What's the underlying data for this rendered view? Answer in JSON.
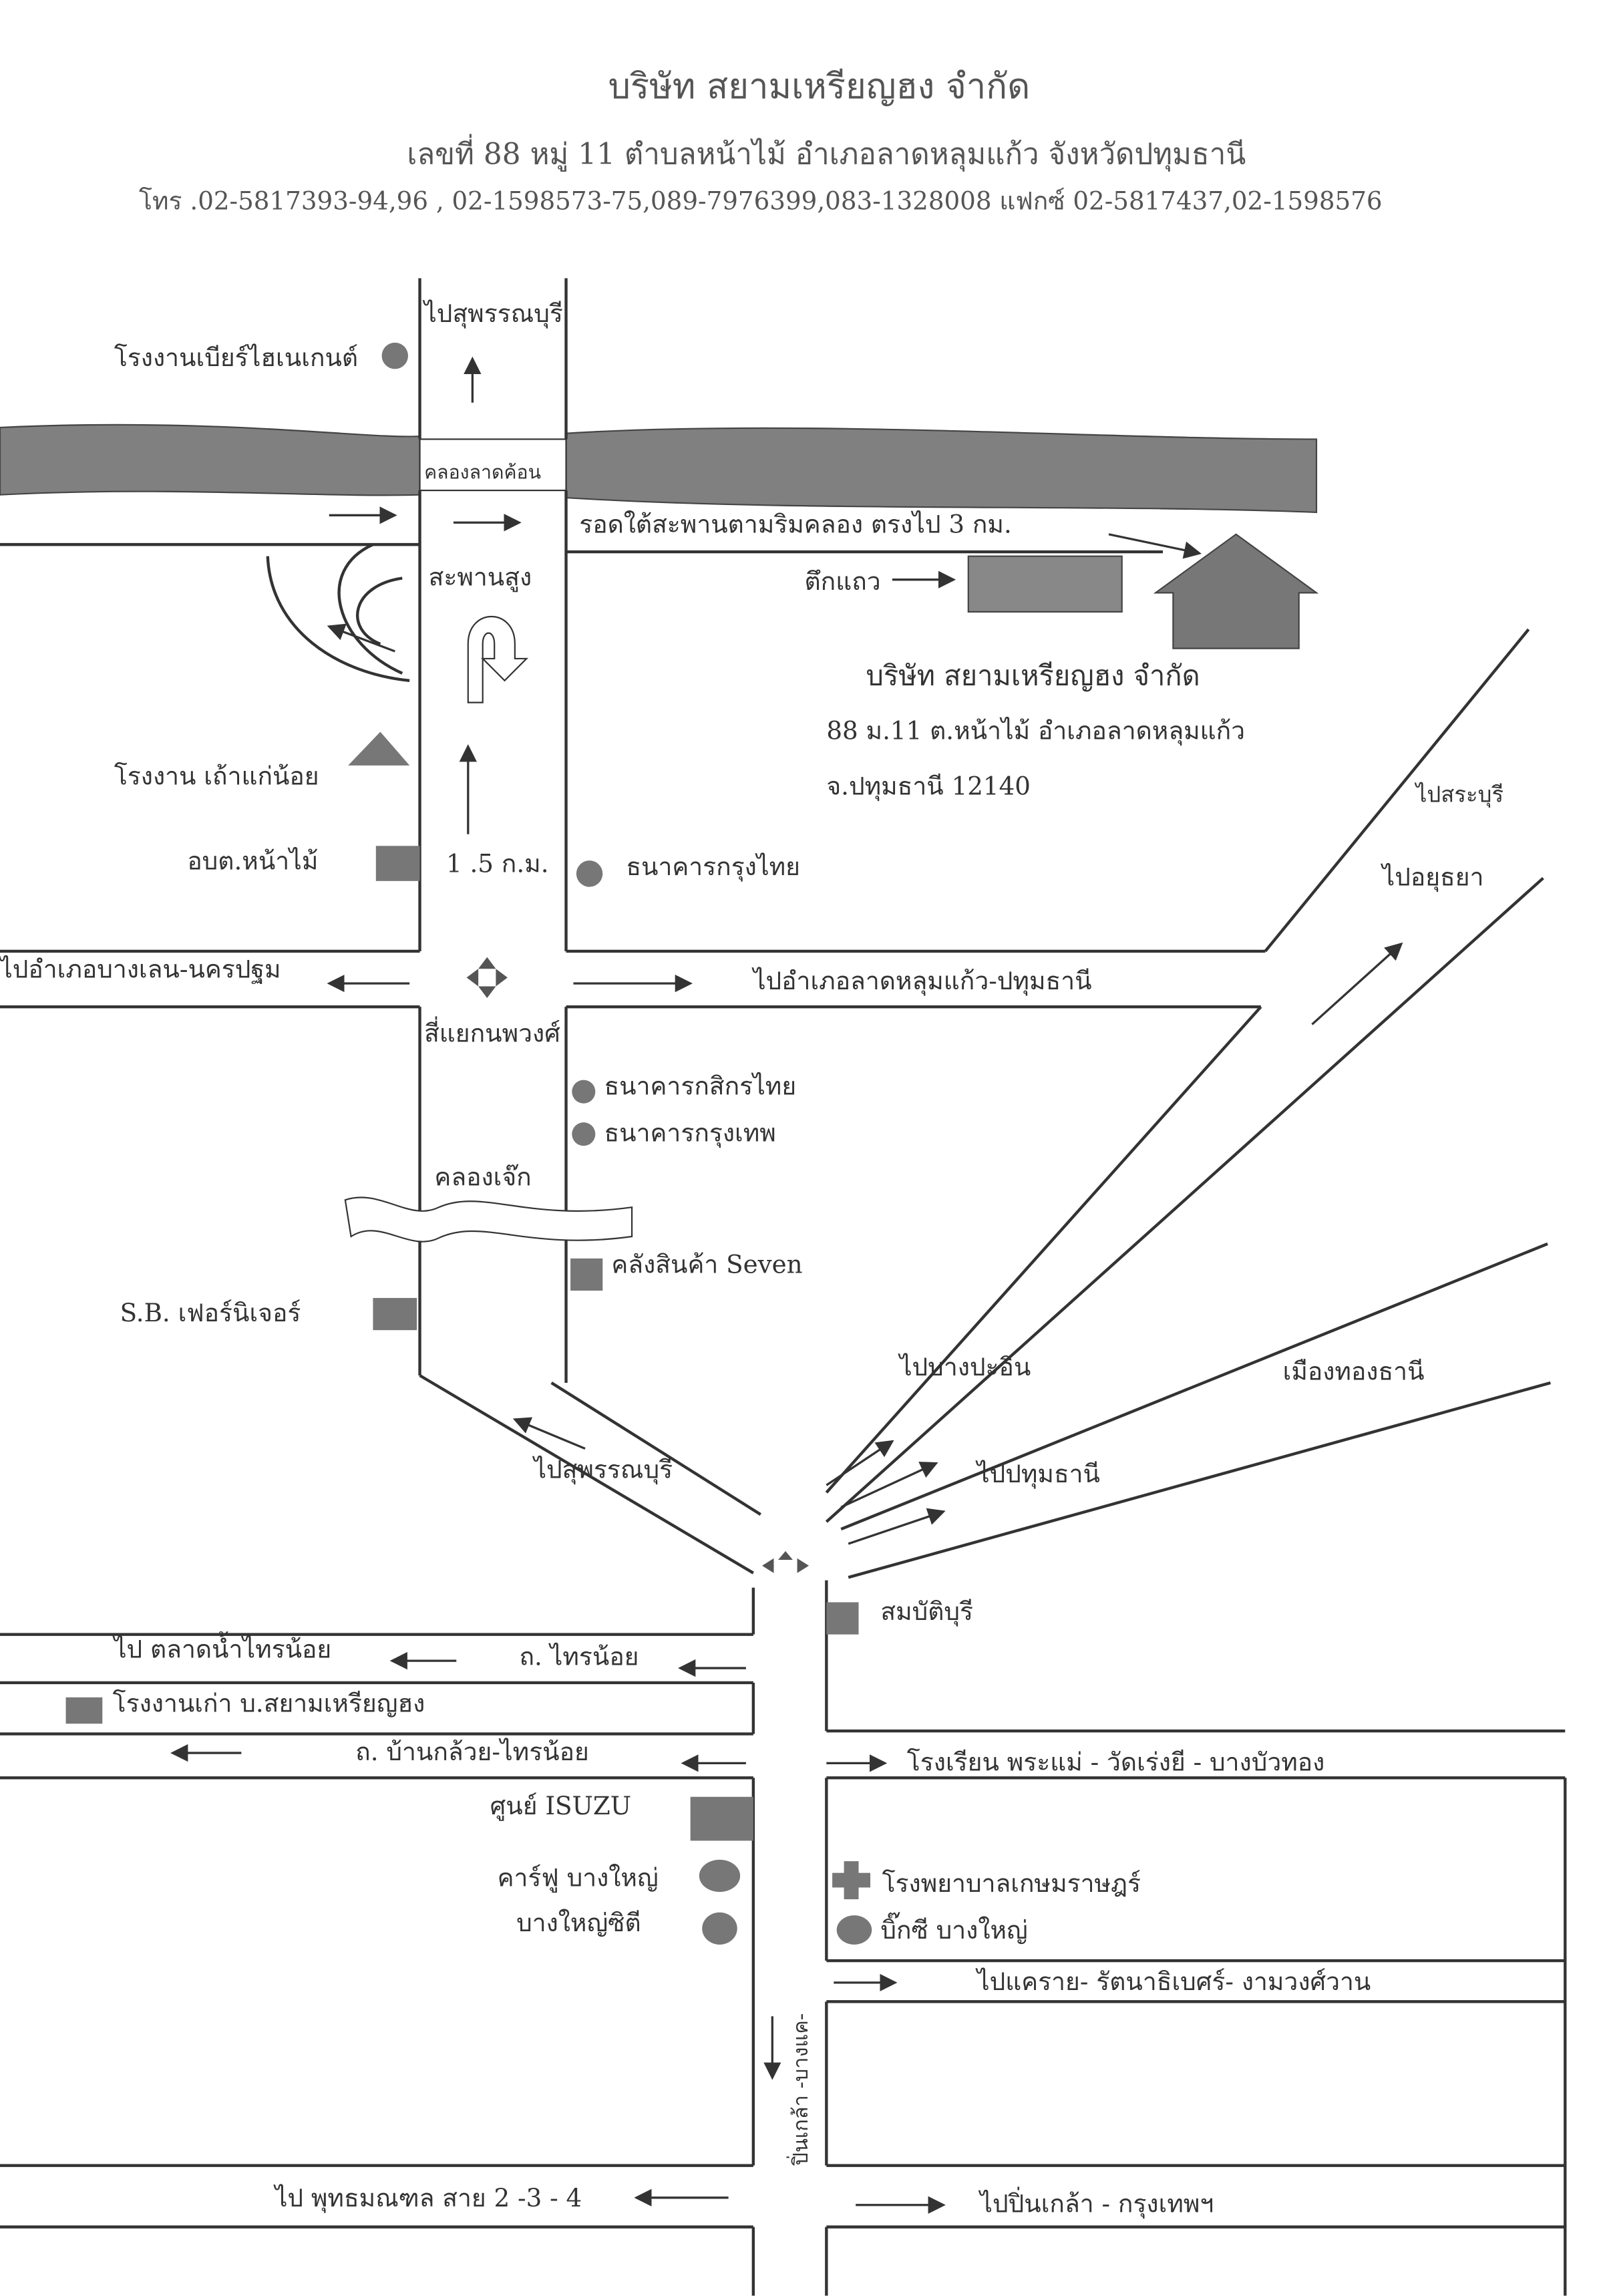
{
  "header": {
    "company": "บริษัท สยามเหรียญฮง จำกัด",
    "address": "เลขที่ 88 หมู่ 11  ตำบลหน้าไม้  อำเภอลาดหลุมแก้ว จังหวัดปทุมธานี",
    "contact": "โทร .02-5817393-94,96 , 02-1598573-75,089-7976399,083-1328008  แฟกซ์ 02-5817437,02-1598576"
  },
  "destination": {
    "name": "บริษัท สยามเหรียญฮง จำกัด",
    "address_line1": "88 ม.11 ต.หน้าไม้ อำเภอลาดหลุมแก้ว",
    "address_line2": "จ.ปทุมธานี 12140"
  },
  "labels": {
    "to_suphan_top": "ไปสุพรรณบุรี",
    "beer_thai": "โรงงานเบียร์ไฮเนเกนต์",
    "canal_lat_khon": "คลองลาดค้อน",
    "under_bridge": "รอดใต้สะพานตามริมคลอง ตรงไป 3 กม.",
    "high_bridge": "สะพานสูง",
    "row_house": "ตึกแถว",
    "old_factory": "โรงงาน เถ้าแก่น้อย",
    "obt": "อบต.หน้าไม้",
    "distance": "1 .5 ก.ม.",
    "krungthai": "ธนาคารกรุงไทย",
    "to_saraburi": "ไปสระบุรี",
    "to_ayutthaya": "ไปอยุธยา",
    "to_bang_len": "ไปอำเภอบางเลน-นครปฐม",
    "to_lat_lum_kaeo": "ไปอำเภอลาดหลุมแก้ว-ปทุมธานี",
    "intersection": "สี่แยกนพวงศ์",
    "kasikorn": "ธนาคารกสิกรไทย",
    "bangkok_bank": "ธนาคารกรุงเทพ",
    "canal_chek": "คลองเจ๊ก",
    "seven_warehouse": "คลังสินค้า Seven",
    "sb_furniture": "S.B. เฟอร์นิเจอร์",
    "to_bang_pa_in": "ไปบางปะอิน",
    "muang_thong": "เมืองทองธานี",
    "to_suphan_mid": "ไปสุพรรณบุรี",
    "to_pathum": "ไปปทุมธานี",
    "sombat_buri": "สมบัติบุรี",
    "to_talat_sai_noi": "ไป ตลาดน้ำไทรน้อย",
    "sai_noi_rd": "ถ. ไทรน้อย",
    "old_factory_company": "โรงงานเก่า บ.สยามเหรียญฮง",
    "ban_kluai_rd": "ถ. บ้านกล้วย-ไทรน้อย",
    "school": "โรงเรียน พระแม่ -  วัดเร่งยี  - บางบัวทอง",
    "isuzu": "ศูนย์ ISUZU",
    "carrefour": "คาร์ฟู บางใหญ่",
    "hospital": "โรงพยาบาลเกษมราษฎร์",
    "bang_yai_city": "บางใหญ่ซิตี",
    "big_c": "บิ๊กซี บางใหญ่",
    "to_khae_rai": "ไปแคราย- รัตนาธิเบศร์- งามวงศ์วาน",
    "pin_klao_vertical": "ปิ่นเกล้า -บางแค-",
    "to_phutthamonthon": "ไป พุทธมณฑล สาย  2 -3 - 4",
    "to_pin_klao": "ไปปิ่นเกล้า - กรุงเทพฯ"
  }
}
